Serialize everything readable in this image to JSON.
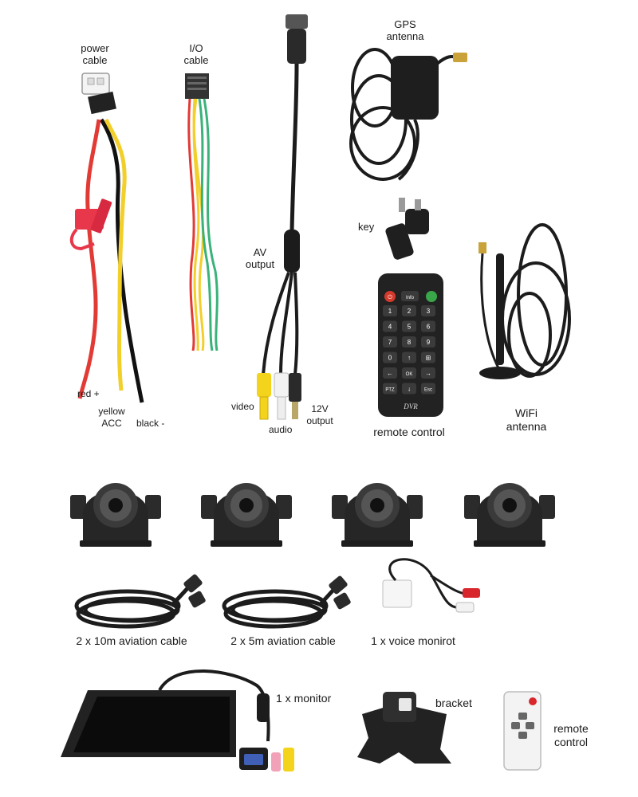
{
  "labels": {
    "power_cable": "power\ncable",
    "io_cable": "I/O\ncable",
    "gps_antenna": "GPS\nantenna",
    "av_output": "AV\noutput",
    "key": "key",
    "red": "red +",
    "yellow_acc": "yellow\nACC",
    "black": "black -",
    "video": "video",
    "audio": "audio",
    "twelve_v": "12V\noutput",
    "remote_control": "remote control",
    "wifi_antenna": "WiFi\nantenna",
    "cable_10m": "2 x 10m aviation cable",
    "cable_5m": "2 x 5m aviation cable",
    "voice": "1 x voice monirot",
    "monitor": "1 x monitor",
    "bracket": "bracket",
    "remote_small": "remote\ncontrol"
  },
  "remote": {
    "power": "⏻",
    "info": "Info",
    "logo": "DVR",
    "keys": [
      [
        "1",
        "2",
        "3"
      ],
      [
        "4",
        "5",
        "6"
      ],
      [
        "7",
        "8",
        "9"
      ],
      [
        "0",
        "↑",
        "⊞"
      ],
      [
        "←",
        "OK",
        "→"
      ],
      [
        "PTZ",
        "↓",
        "Esc"
      ]
    ]
  },
  "colors": {
    "cable_black": "#1c1c1c",
    "wire_red": "#e23a35",
    "wire_yellow": "#f2cf2a",
    "wire_green": "#3bb27a",
    "fuse_red": "#e8364a",
    "rca_yellow": "#f4d31c",
    "rca_white": "#f2f2f2",
    "rca_red": "#d9252c",
    "remote_body": "#222222",
    "remote_power": "#d43a2c",
    "remote_green": "#3aa64a"
  }
}
